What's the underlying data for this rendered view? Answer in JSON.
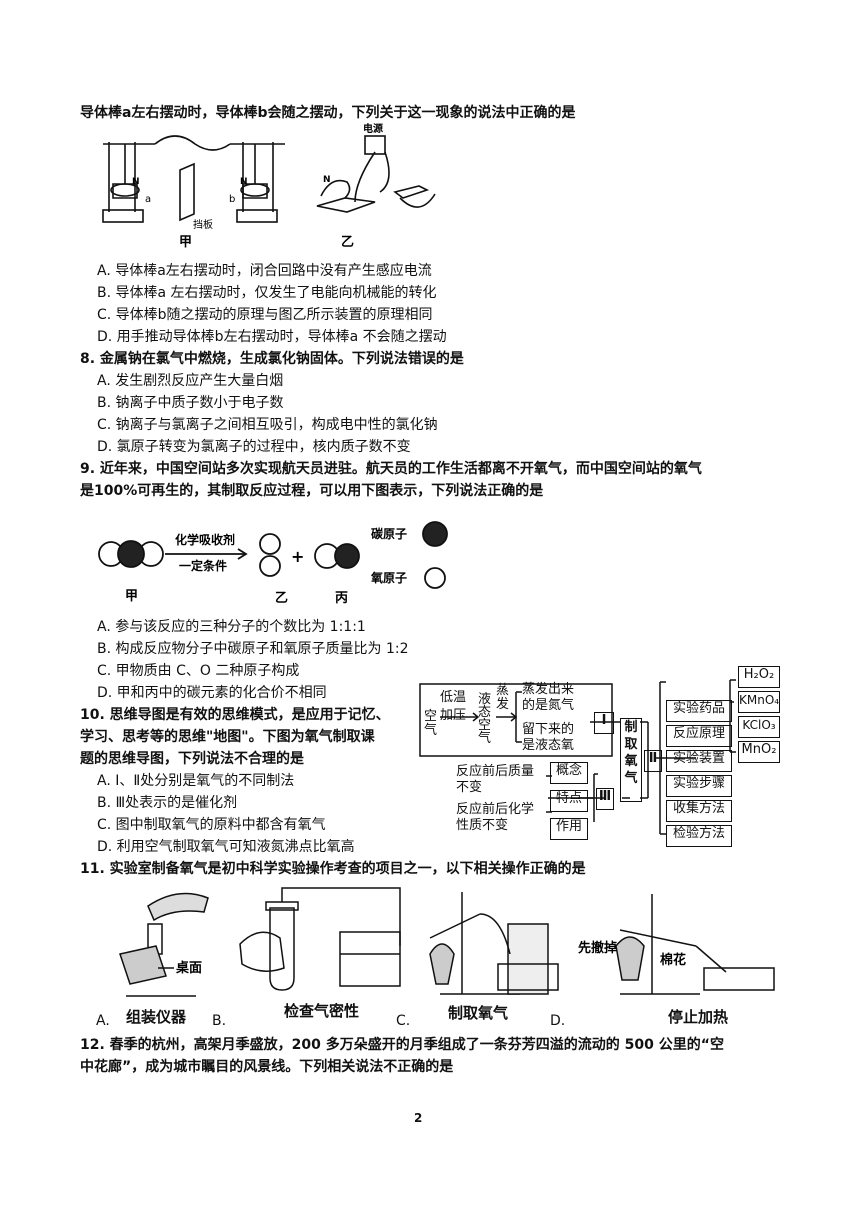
{
  "q7": {
    "stem": "导体棒a左右摆动时，导体棒b会随之摆动，下列关于这一现象的说法中正确的是",
    "fig_labels": {
      "jia": "甲",
      "yi": "乙",
      "baffle": "挡板",
      "power": "电源",
      "n1": "N",
      "n2": "N",
      "n3": "N",
      "a": "a",
      "b": "b"
    },
    "options": [
      "A.  导体棒a左右摆动时，闭合回路中没有产生感应电流",
      "B.  导体棒a 左右摆动时，仅发生了电能向机械能的转化",
      "C.  导体棒b随之摆动的原理与图乙所示装置的原理相同",
      "D.  用手推动导体棒b左右摆动时，导体棒a 不会随之摆动"
    ]
  },
  "q8": {
    "stem": "8. 金属钠在氯气中燃烧，生成氯化钠固体。下列说法错误的是",
    "options": [
      "A.  发生剧烈反应产生大量白烟",
      "B.  钠离子中质子数小于电子数",
      "C.  钠离子与氯离子之间相互吸引，构成电中性的氯化钠",
      "D.  氯原子转变为氯离子的过程中，核内质子数不变"
    ]
  },
  "q9": {
    "stem_line1": "9. 近年来，中国空间站多次实现航天员进驻。航天员的工作生活都离不开氧气，而中国空间站的氧气",
    "stem_line2": "是100%可再生的，其制取反应过程，可以用下图表示，下列说法正确的是",
    "fig": {
      "arrow_top": "化学吸收剂",
      "arrow_bottom": "一定条件",
      "plus": "+",
      "jia": "甲",
      "yi": "乙",
      "bing": "丙",
      "carbon": "碳原子",
      "oxygen": "氧原子"
    },
    "options": [
      "A.  参与该反应的三种分子的个数比为 1:1:1",
      "B.  构成反应物分子中碳原子和氧原子质量比为 1:2",
      "C.  甲物质由 C、O 二种原子构成",
      "D.  甲和丙中的碳元素的化合价不相同"
    ]
  },
  "q10": {
    "stem_lines": [
      "10.  思维导图是有效的思维模式，是应用于记忆、",
      "学习、思考等的思维\"地图\"。下图为氧气制取课",
      "题的思维导图，下列说法不合理的是"
    ],
    "options": [
      "A.  Ⅰ、Ⅱ处分别是氧气的不同制法",
      "B.  Ⅲ处表示的是催化剂",
      "C.  图中制取氧气的原料中都含有氧气",
      "D.  利用空气制取氧气可知液氮沸点比氧高"
    ],
    "map": {
      "air": "空气",
      "low_temp": "低温",
      "pressurize": "加压",
      "liquid_air": "液态空气",
      "evaporate": "蒸发",
      "out_n2": "蒸发出来的是氮气",
      "left_o2": "留下来的是液态氧",
      "roman1": "Ⅰ",
      "roman2": "Ⅱ",
      "roman3": "Ⅲ",
      "center": "制取氧气",
      "mass_same": "反应前后质量不变",
      "chem_same": "反应前后化学性质不变",
      "concept": "概念",
      "feature": "特点",
      "role": "作用",
      "right": [
        "实验药品",
        "反应原理",
        "实验装置",
        "实验步骤",
        "收集方法",
        "检验方法"
      ],
      "chems": [
        "H₂O₂",
        "KMnO₄",
        "KClO₃",
        "MnO₂"
      ]
    }
  },
  "q11": {
    "stem": "11. 实验室制备氧气是初中科学实验操作考查的项目之一，以下相关操作正确的是",
    "table_label": "桌面",
    "first_remove": "先撤掉",
    "cotton": "棉花",
    "letters": [
      "A.",
      "B.",
      "C.",
      "D."
    ],
    "captions": [
      "组装仪器",
      "检查气密性",
      "制取氧气",
      "停止加热"
    ]
  },
  "q12": {
    "stem_line1": "12. 春季的杭州，高架月季盛放，200 多万朵盛开的月季组成了一条芬芳四溢的流动的 500 公里的“空",
    "stem_line2": "中花廊”，成为城市瞩目的风景线。下列相关说法不正确的是"
  },
  "page_number": "2"
}
